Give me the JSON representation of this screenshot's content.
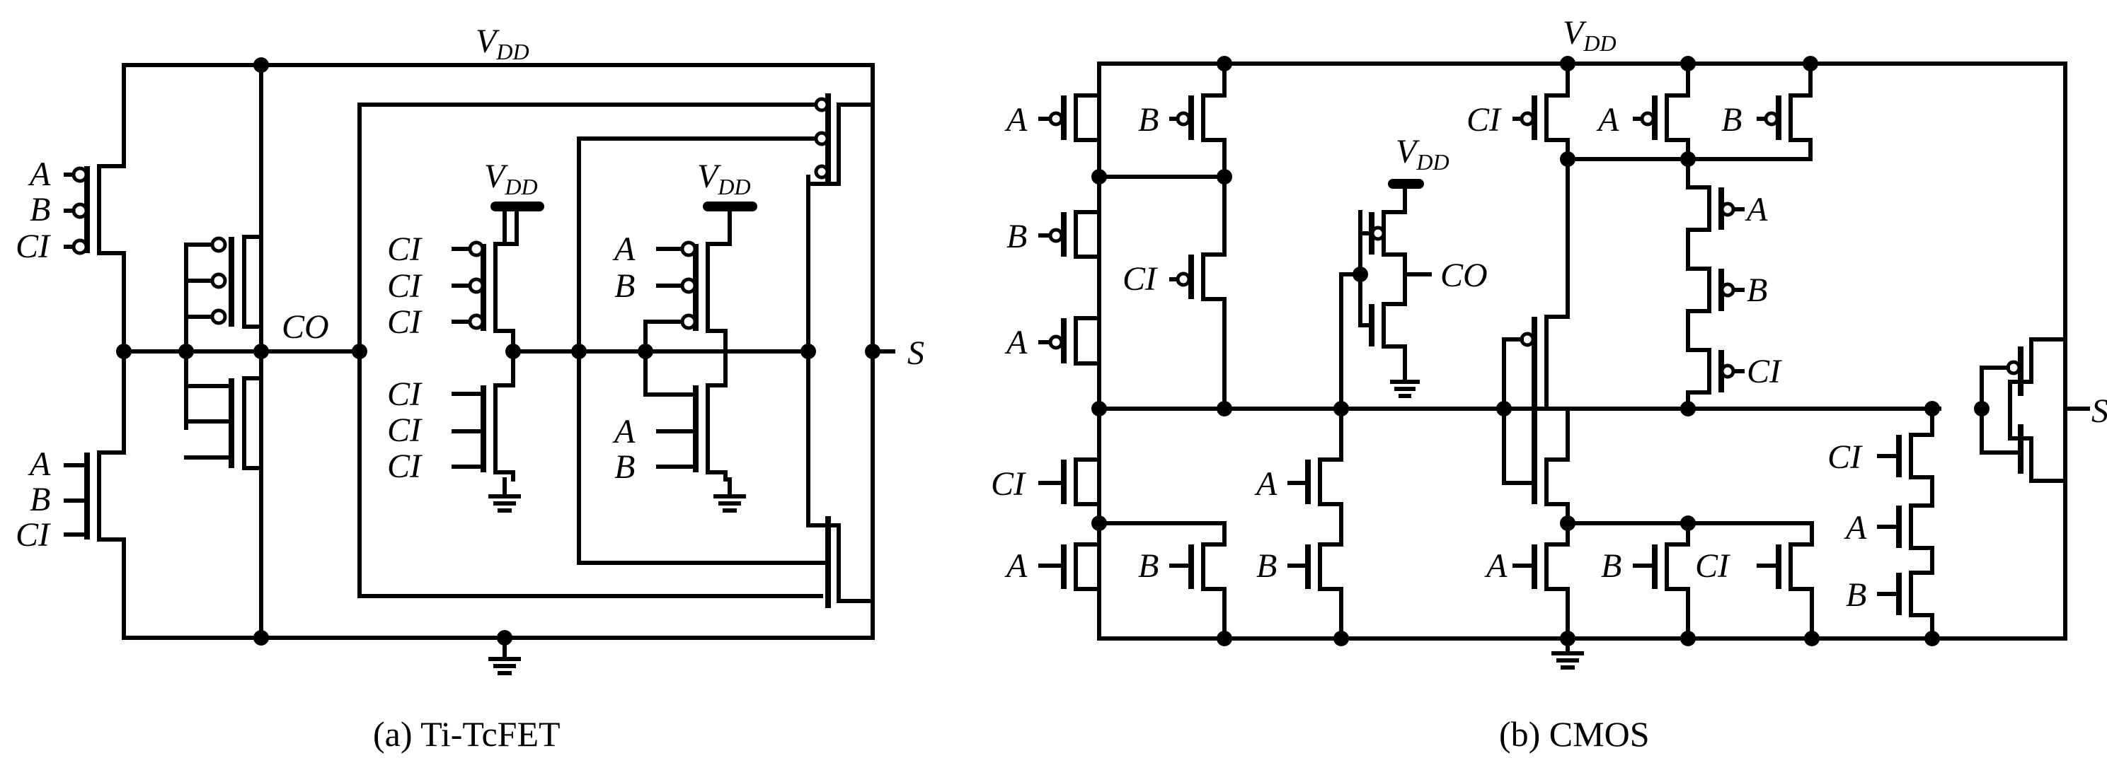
{
  "signals": {
    "vdd_v": "V",
    "vdd_sub": "DD",
    "a": "A",
    "b": "B",
    "ci": "CI",
    "co": "CO",
    "s": "S"
  },
  "captions": {
    "left": "(a) Ti-TcFET",
    "right": "(b) CMOS"
  }
}
